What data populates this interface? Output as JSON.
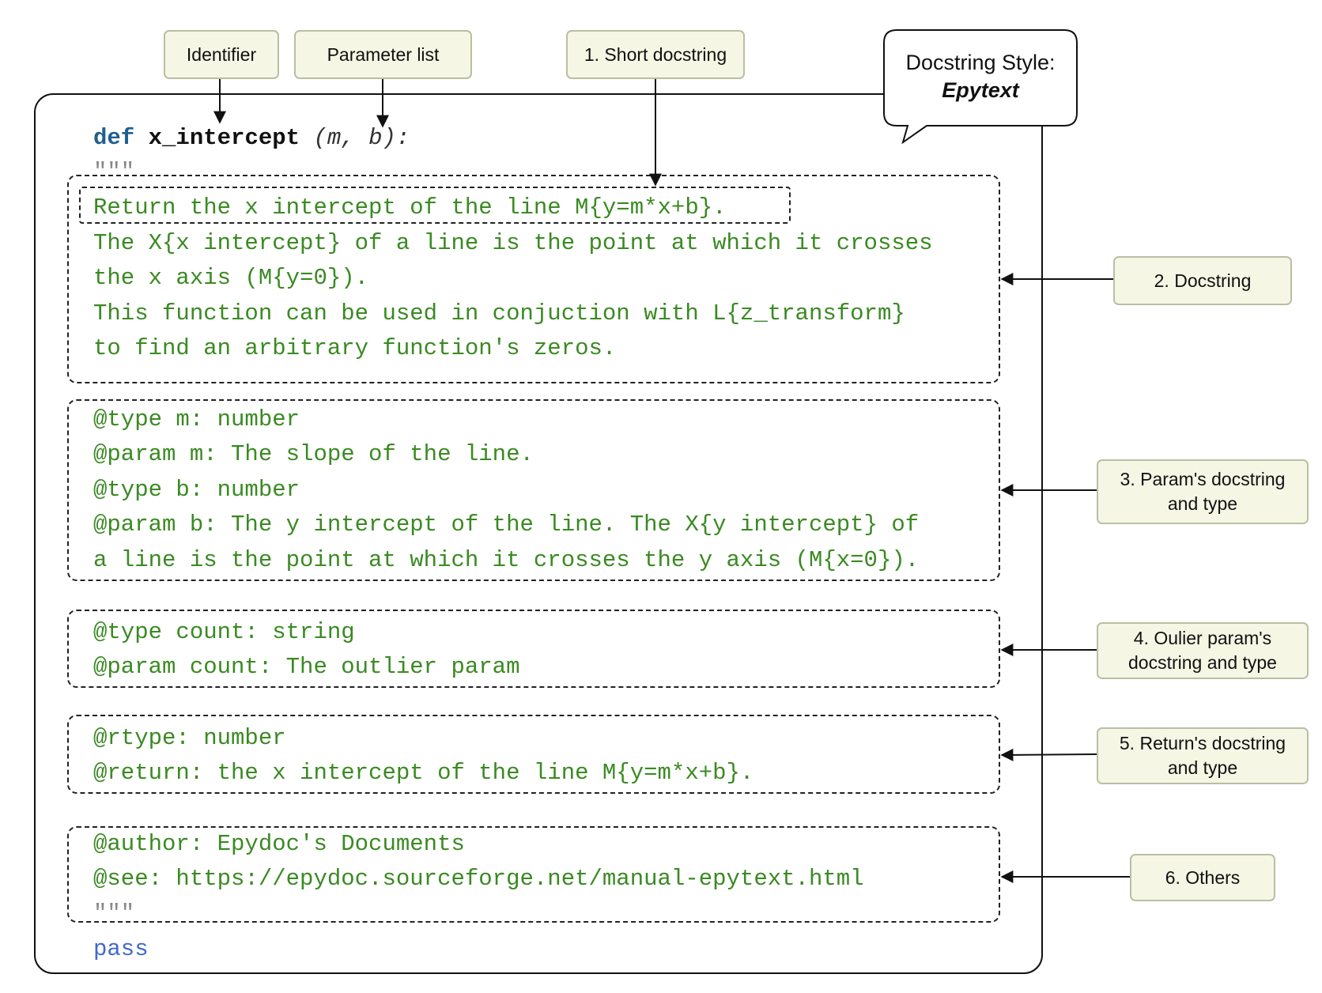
{
  "code": {
    "signature": {
      "keyword": "def",
      "name": "x_intercept",
      "params": "(m, b):"
    },
    "open_quotes": "\"\"\"",
    "short_docstring": "Return the x intercept of the line M{y=m*x+b}.",
    "docstring_lines": [
      "The X{x intercept} of a line is the point at which it crosses",
      "the x axis (M{y=0}).",
      "This function can be used in conjuction with L{z_transform}",
      "to find an arbitrary function's zeros."
    ],
    "param_lines": [
      "@type m: number",
      "@param m: The slope of the line.",
      "@type b: number",
      "@param b: The y intercept of the line. The X{y intercept} of",
      "a line is the point at which it crosses the y axis (M{x=0})."
    ],
    "outlier_lines": [
      "@type count: string",
      "@param count: The outlier param"
    ],
    "return_lines": [
      "@rtype: number",
      "@return: the x intercept of the line M{y=m*x+b}."
    ],
    "other_lines": [
      "@author: Epydoc's Documents",
      "@see: https://epydoc.sourceforge.net/manual-epytext.html"
    ],
    "close_quotes": "\"\"\"",
    "pass_keyword": "pass"
  },
  "labels": {
    "identifier": "Identifier",
    "parameter_list": "Parameter list",
    "short_docstring": "1. Short docstring",
    "docstring": "2. Docstring",
    "params": "3. Param's docstring\nand type",
    "outlier": "4. Oulier param's\ndocstring and type",
    "return": "5. Return's docstring\nand type",
    "others": "6. Others"
  },
  "style_bubble": {
    "heading": "Docstring Style:",
    "style_name": "Epytext"
  },
  "colors": {
    "docstring_text": "#3a8a22",
    "keyword": "#1f5f91",
    "pass_keyword": "#4169c8",
    "label_fill": "#f5f6e4",
    "label_border": "#b9bfa3"
  }
}
